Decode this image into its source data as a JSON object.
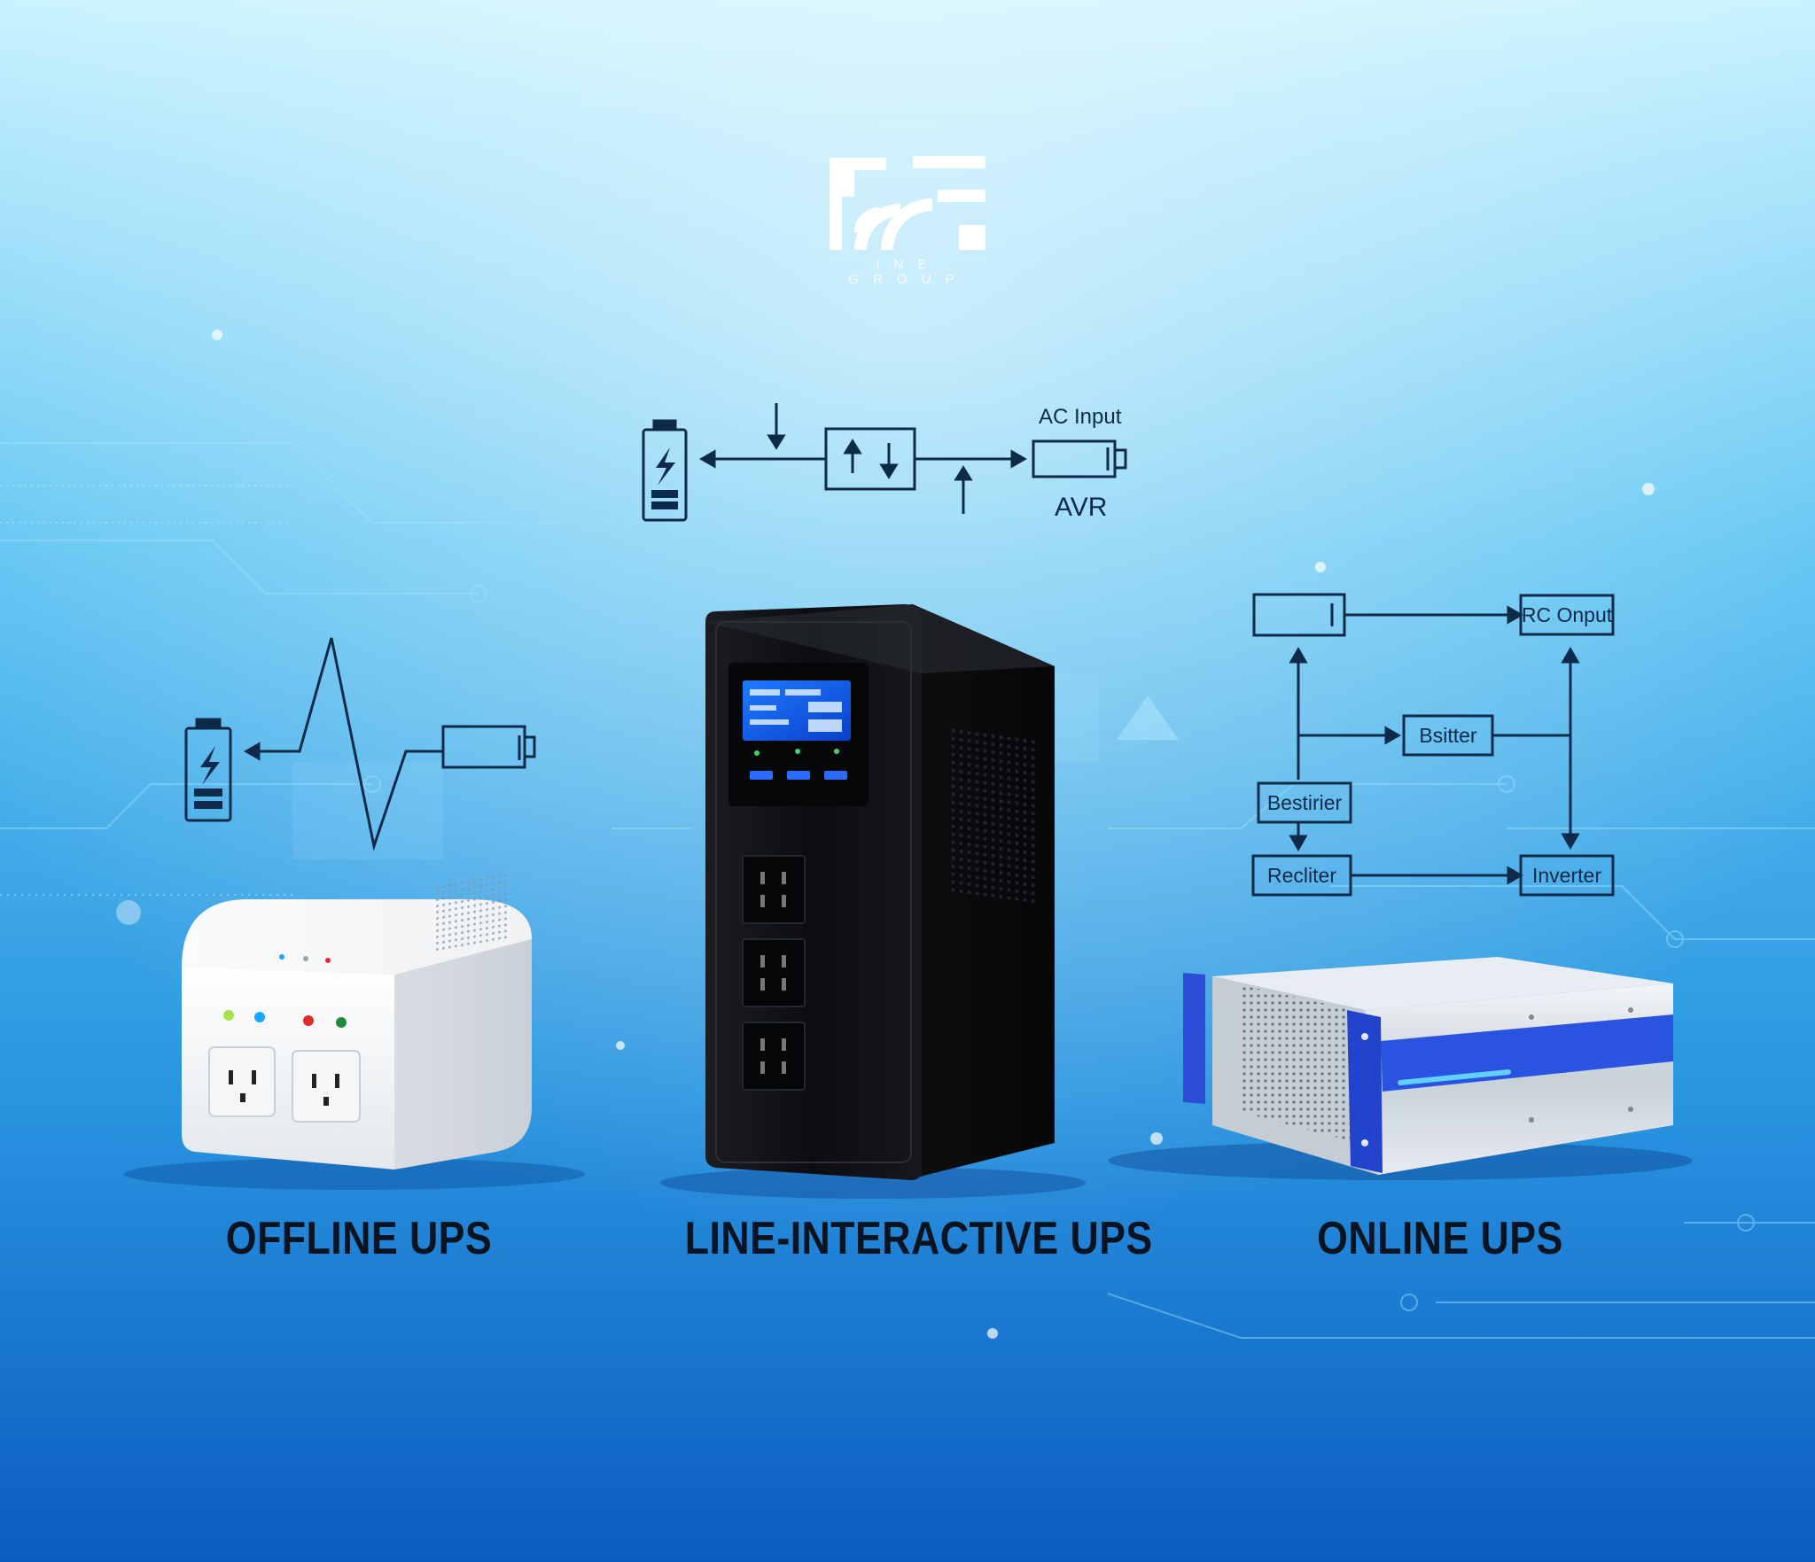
{
  "brand": {
    "tagline": "INE GROUP"
  },
  "products": [
    {
      "id": "offline",
      "label": "OFFLINE UPS"
    },
    {
      "id": "line_interactive",
      "label": "LINE-INTERACTIVE UPS"
    },
    {
      "id": "online",
      "label": "ONLINE UPS"
    }
  ],
  "diagrams": {
    "line_interactive": {
      "top_label": "AC Input",
      "bottom_label": "AVR"
    },
    "online": {
      "blocks": {
        "top_right": "RC Onput",
        "middle": "Bsitter",
        "left": "Bestirier",
        "bottom_left": "Recliter",
        "bottom_right": "Inverter"
      }
    }
  },
  "colors": {
    "bg_top": "#bfeeff",
    "bg_mid": "#3eb0ec",
    "bg_bottom": "#0c63c4",
    "line": "#0e2a4a",
    "label_text": "#0a1320",
    "online_accent": "#2244cc"
  },
  "icons": [
    "logo-mark",
    "battery-icon",
    "plug-outlet-icon",
    "lcd-display"
  ]
}
